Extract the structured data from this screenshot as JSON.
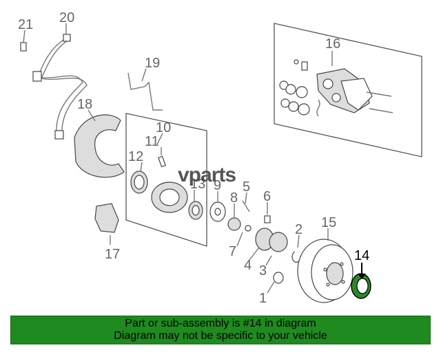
{
  "diagram": {
    "callouts": [
      "21",
      "20",
      "19",
      "18",
      "16",
      "10",
      "11",
      "12",
      "13",
      "9",
      "8",
      "5",
      "6",
      "2",
      "15",
      "7",
      "4",
      "3",
      "1",
      "17",
      "14"
    ],
    "highlight": "14"
  },
  "watermark": {
    "text": "vparts"
  },
  "banner": {
    "line1": "Part or sub-assembly is #14 in diagram",
    "line2": "Diagram may not be specific to your vehicle",
    "color": "#1f8a1f"
  }
}
